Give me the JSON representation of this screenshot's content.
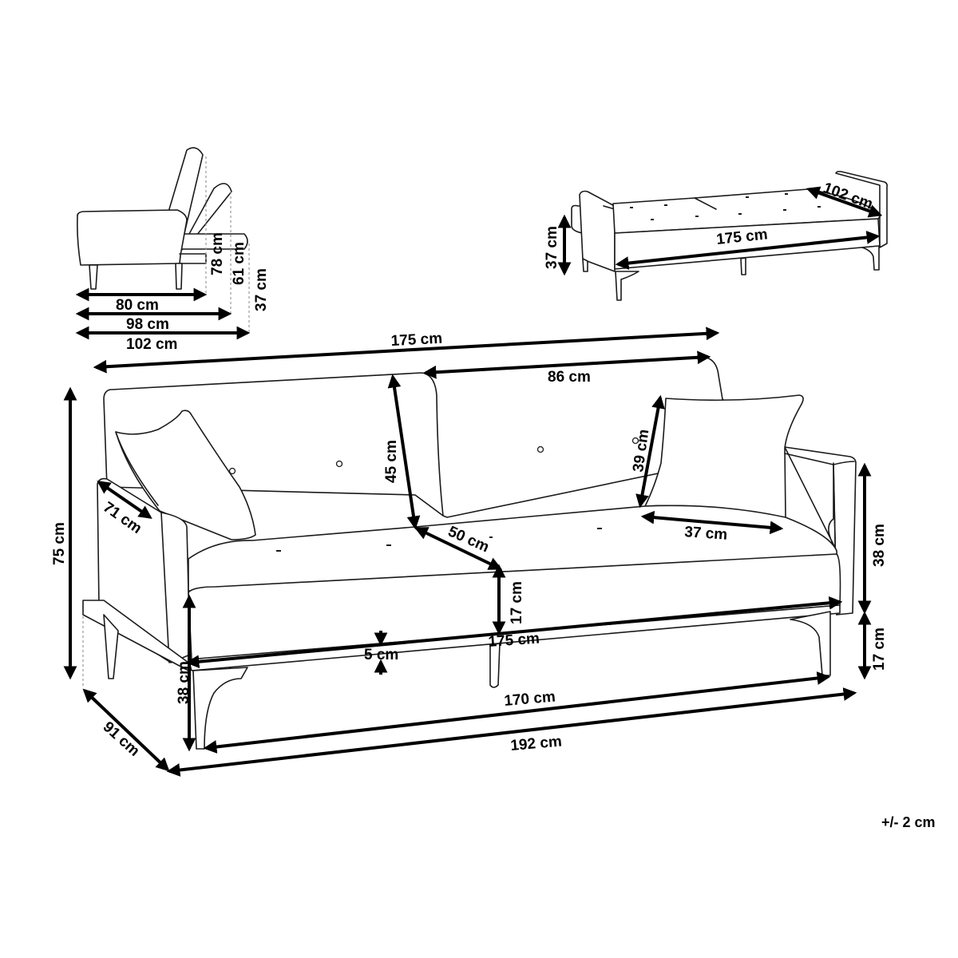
{
  "diagram": {
    "subject": "Sofa bed dimension drawing",
    "tolerance": "+/- 2 cm",
    "colors": {
      "line": "#1a1a1a",
      "background": "#ffffff"
    },
    "side_view": {
      "depth_upright": "80 cm",
      "depth_reclined": "98 cm",
      "depth_flat": "102 cm",
      "height_upright_back": "78 cm",
      "height_reclined_back": "61 cm",
      "height_flat": "37 cm"
    },
    "bed_view": {
      "sleeping_width": "102 cm",
      "sleeping_length": "175 cm",
      "sleeping_height": "37 cm"
    },
    "main_view": {
      "backrest_width": "175 cm",
      "back_section_width": "86 cm",
      "backrest_height": "45 cm",
      "pillow_height": "39 cm",
      "pillow_width": "37 cm",
      "total_height": "75 cm",
      "armrest_depth": "71 cm",
      "seat_depth": "50 cm",
      "armrest_height": "38 cm",
      "leg_height_right": "17 cm",
      "seat_cushion_height": "17 cm",
      "seat_width": "175 cm",
      "base_thickness": "5 cm",
      "seat_height": "38 cm",
      "width_between_legs": "170 cm",
      "total_width": "192 cm",
      "total_depth": "91 cm"
    }
  }
}
